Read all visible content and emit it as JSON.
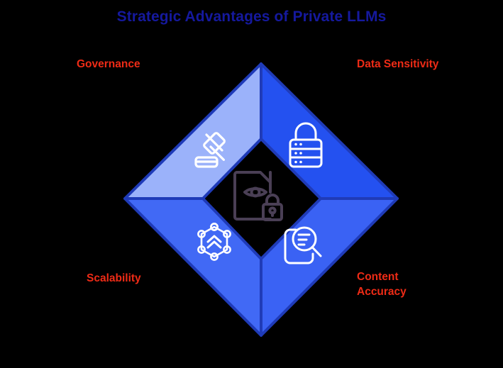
{
  "page": {
    "background_color": "#000000",
    "title": "Strategic Advantages of Private LLMs",
    "title_color": "#15199E"
  },
  "diagram": {
    "type": "diamond-quadrant",
    "label_color": "#EE2B16",
    "border_color": "#1F3BB8",
    "center": {
      "icon": "document-eye-lock-icon",
      "icon_color": "#4A3F55",
      "hole_color": "#000000"
    },
    "quadrants": [
      {
        "id": "governance",
        "position": "top-left",
        "label": "Governance",
        "icon": "gavel-icon",
        "icon_color": "#FFFFFF",
        "fill": "#9BB2FA"
      },
      {
        "id": "data-sensitivity",
        "position": "top-right",
        "label": "Data Sensitivity",
        "icon": "database-lock-icon",
        "icon_color": "#FFFFFF",
        "fill": "#2451F0"
      },
      {
        "id": "scalability",
        "position": "bottom-left",
        "label": "Scalability",
        "icon": "network-scale-icon",
        "icon_color": "#FFFFFF",
        "fill": "#4169F5"
      },
      {
        "id": "content-accuracy",
        "position": "bottom-right",
        "label": "Content\nAccuracy",
        "icon": "document-search-icon",
        "icon_color": "#FFFFFF",
        "fill": "#3A62F4"
      }
    ]
  }
}
